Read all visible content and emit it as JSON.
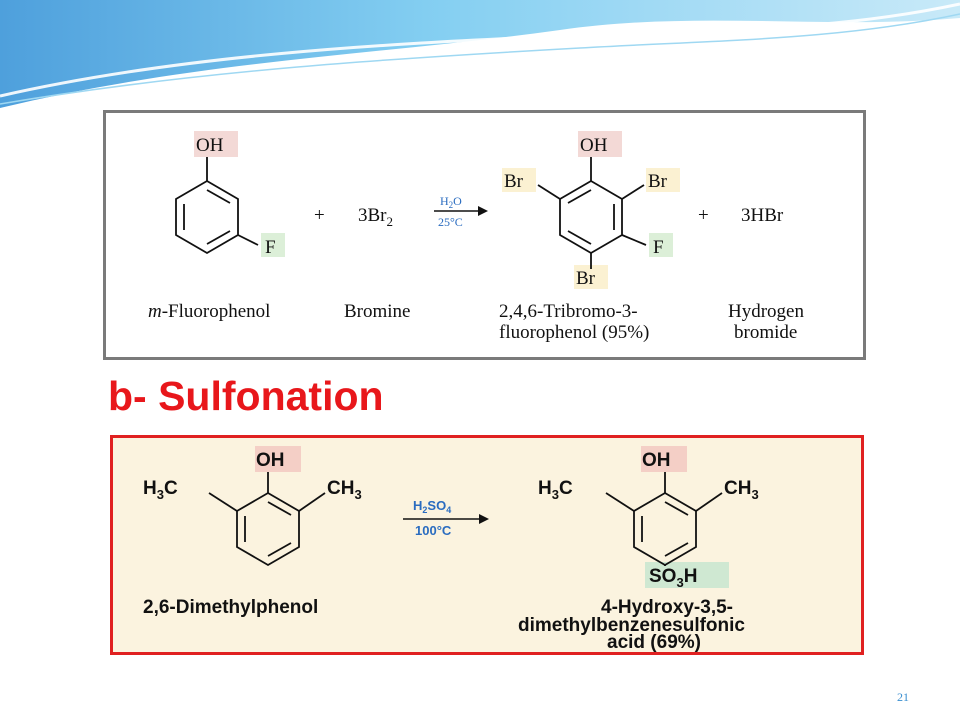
{
  "slide": {
    "heading": "b- Sulfonation",
    "page_number": "21",
    "heading_color": "#e8171b",
    "wave_colors": [
      "#2f8fd6",
      "#6ec6ef",
      "#bfe6f7"
    ]
  },
  "bromination": {
    "reactant_oh": "OH",
    "reactant_f": "F",
    "plus_1": "+",
    "bromine_coeff": "3Br",
    "bromine_sub": "2",
    "reagent_top": "H",
    "reagent_top_sub": "2",
    "reagent_top_tail": "O",
    "reagent_bottom": "25°C",
    "product_oh": "OH",
    "product_br_left": "Br",
    "product_br_right": "Br",
    "product_br_bottom": "Br",
    "product_f": "F",
    "plus_2": "+",
    "byproduct": "3HBr",
    "name_reactant_prefix": "m",
    "name_reactant": "-Fluorophenol",
    "name_bromine": "Bromine",
    "name_product_line1": "2,4,6-Tribromo-3-",
    "name_product_line2": "fluorophenol (95%)",
    "name_byproduct_line1": "Hydrogen",
    "name_byproduct_line2": "bromide",
    "highlight_red": "#f3d9d6",
    "highlight_green": "#dcefd8",
    "highlight_yellow": "#fbf1d2"
  },
  "sulfonation": {
    "reactant_oh": "OH",
    "reactant_left_main": "H",
    "reactant_left_sub": "3",
    "reactant_left_tail": "C",
    "reactant_right_main": "CH",
    "reactant_right_sub": "3",
    "reagent_top_a": "H",
    "reagent_top_sub1": "2",
    "reagent_top_b": "SO",
    "reagent_top_sub2": "4",
    "reagent_bottom": "100°C",
    "product_oh": "OH",
    "product_left_main": "H",
    "product_left_sub": "3",
    "product_left_tail": "C",
    "product_right_main": "CH",
    "product_right_sub": "3",
    "product_so3h_a": "SO",
    "product_so3h_sub": "3",
    "product_so3h_b": "H",
    "name_reactant": "2,6-Dimethylphenol",
    "name_product_line1": "4-Hydroxy-3,5-",
    "name_product_line2": "dimethylbenzenesulfonic",
    "name_product_line3": "acid (69%)",
    "highlight_red": "#f4cfc6",
    "highlight_green": "#cfe8d2"
  }
}
